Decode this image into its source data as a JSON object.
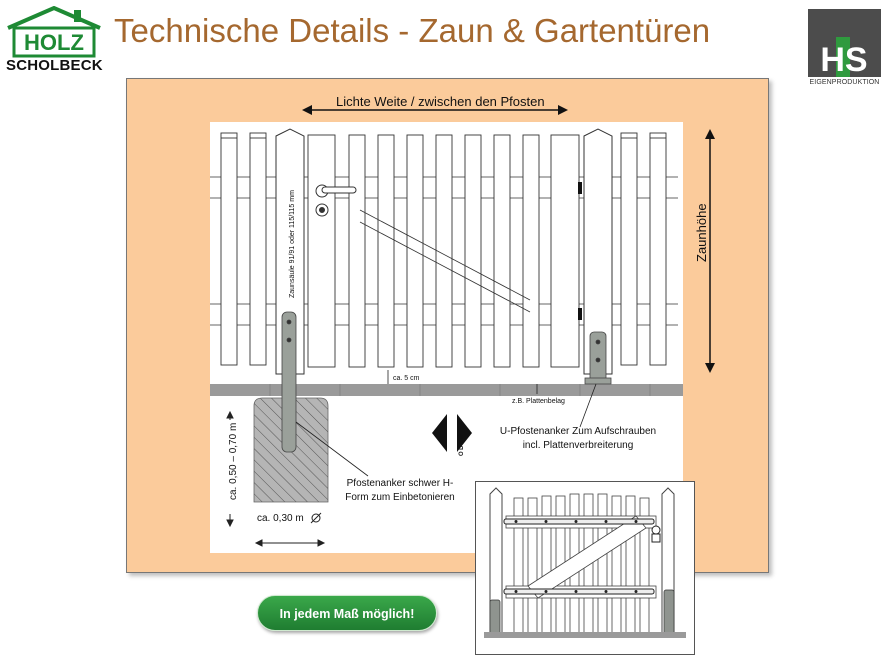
{
  "header": {
    "title": "Technische Details - Zaun & Gartentüren",
    "brand_logo_text": "HOLZ",
    "brand_name": "SCHOLBECK",
    "eigen_logo_text": "EIGENPRODUKTION",
    "eigen_monogram": "HS"
  },
  "diagram": {
    "clear_width_label": "Lichte Weite / zwischen den Pfosten",
    "height_label": "Zaunhöhe",
    "post_label": "Zaunsäule 91/91 oder 115/115 mm",
    "gap_label": "ca. 5 cm",
    "paving_label": "z.B. Plattenbelag",
    "foundation_depth_label": "ca. 0,50 – 0,70 m",
    "foundation_width_label": "ca. 0,30 m",
    "heavy_anchor_label": "Pfostenanker schwer H-Form zum Einbetonieren",
    "or_label": "ODER",
    "u_anchor_label": "U-Pfostenanker Zum Aufschrauben incl. Plattenverbreiterung"
  },
  "cta": {
    "label": "In jedem Maß möglich!"
  },
  "colors": {
    "title": "#a5682f",
    "panel": "#fbcb9b",
    "cta": "#2a8f3c"
  }
}
